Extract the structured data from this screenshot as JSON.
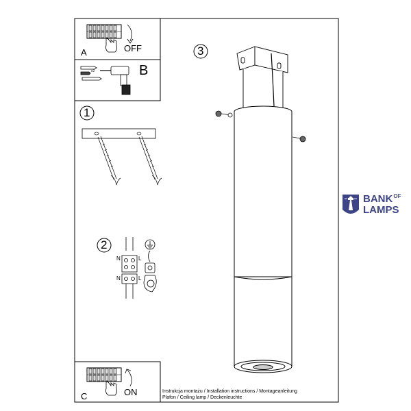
{
  "panels": {
    "a": {
      "letter": "A",
      "action": "OFF"
    },
    "b": {
      "letter": "B",
      "anchor_note": "x2"
    },
    "c": {
      "letter": "C",
      "action": "ON"
    }
  },
  "steps": {
    "one": {
      "number": "1"
    },
    "two": {
      "number": "2",
      "wire_n": "N",
      "wire_l": "L"
    },
    "three": {
      "number": "3"
    }
  },
  "captions": {
    "line1": "Instrukcja montażu / Installation instructions / Montageanleitung",
    "line2": "Plafon / Ceiling lamp / Deckenleuchte"
  },
  "brand": {
    "line1": "BANK",
    "of": "OF",
    "line2": "LAMPS",
    "color": "#3c4487"
  }
}
